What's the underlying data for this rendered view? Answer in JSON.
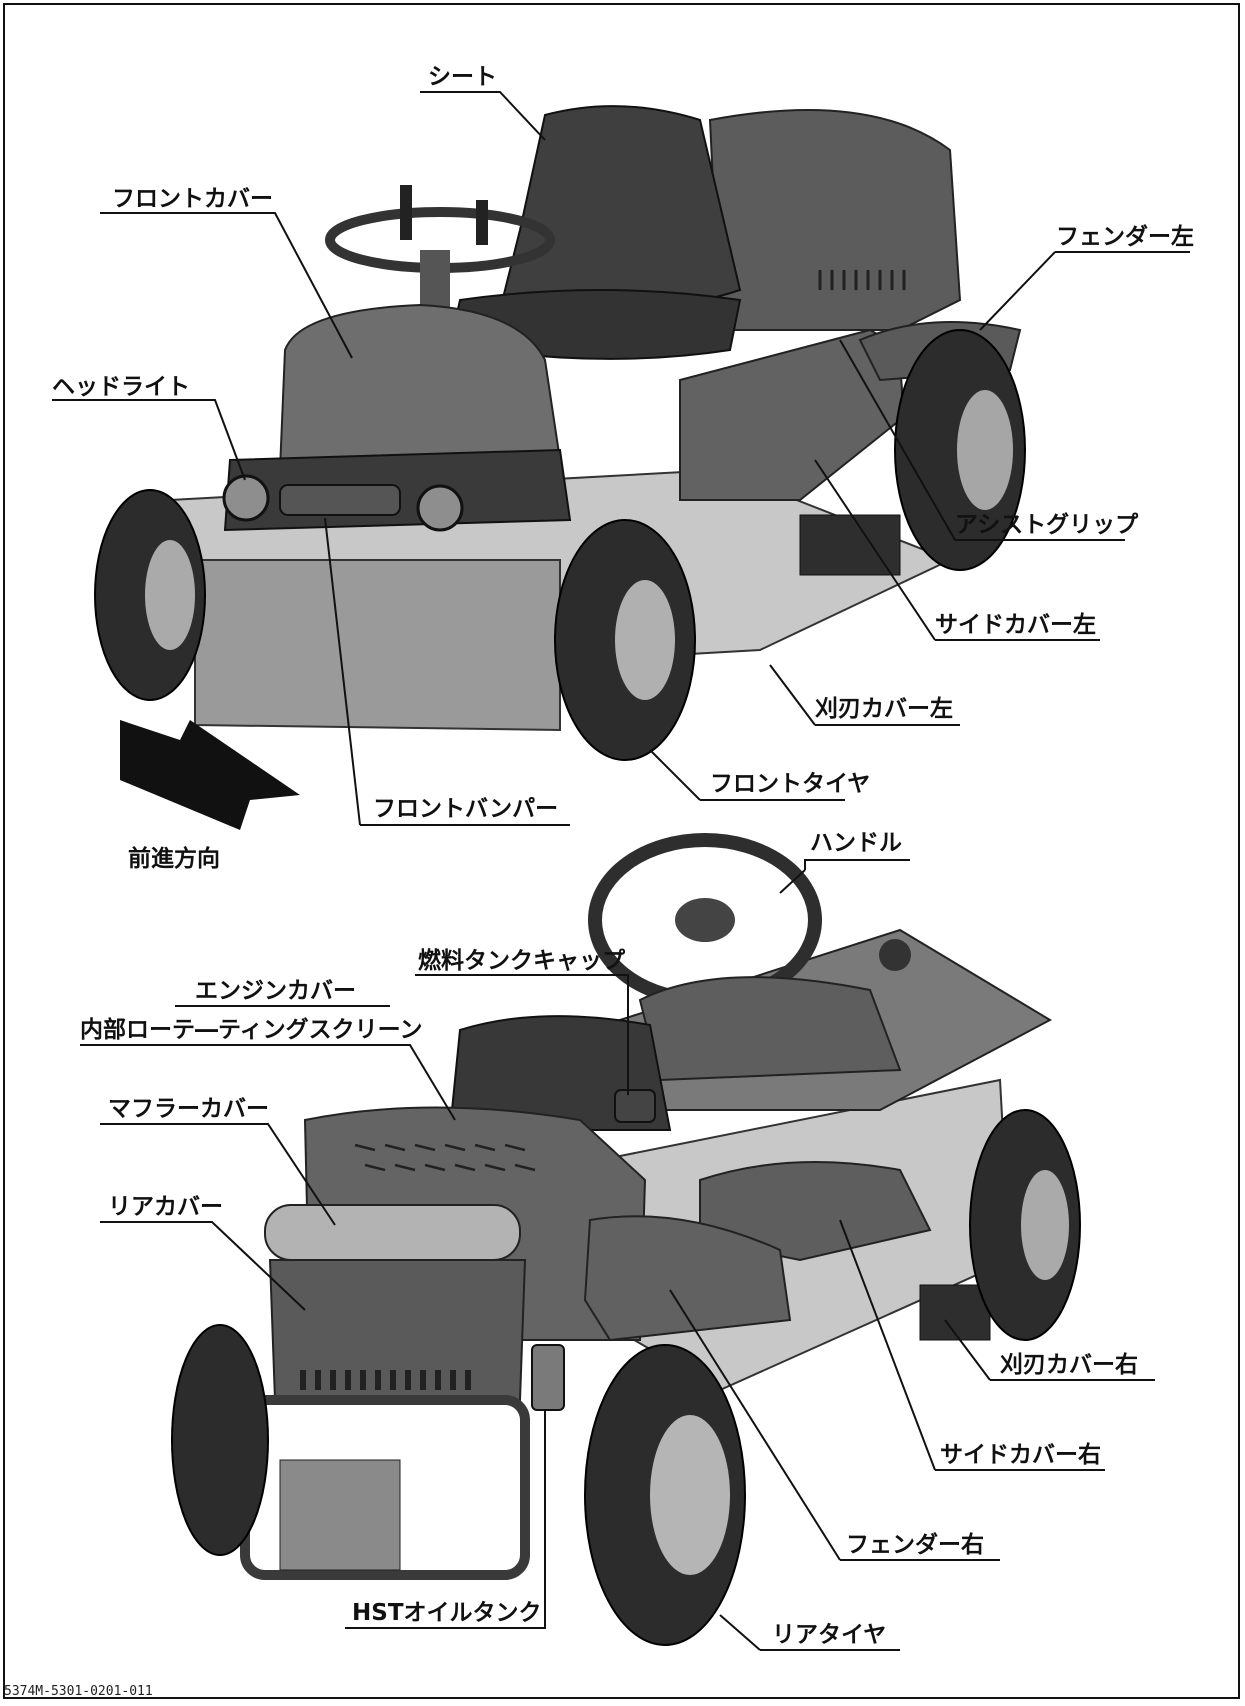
{
  "diagram": {
    "top_labels": {
      "seat": "シート",
      "front_cover": "フロントカバー",
      "fender_left": "フェンダー左",
      "headlight": "ヘッドライト",
      "assist_grip": "アシストグリップ",
      "side_cover_left": "サイドカバー左",
      "blade_cover_left": "刈刃カバー左",
      "front_tire": "フロントタイヤ",
      "front_bumper": "フロントバンパー",
      "forward_direction": "前進方向"
    },
    "bottom_labels": {
      "handle": "ハンドル",
      "fuel_tank_cap": "燃料タンクキャップ",
      "engine_cover": "エンジンカバー",
      "internal_rotating_screen": "内部ローテ―ティングスクリーン",
      "muffler_cover": "マフラーカバー",
      "rear_cover": "リアカバー",
      "blade_cover_right": "刈刃カバー右",
      "side_cover_right": "サイドカバー右",
      "fender_right": "フェンダー右",
      "hst_oil_tank": "HSTオイルタンク",
      "rear_tire": "リアタイヤ"
    },
    "document_id": "5374M-5301-0201-011",
    "colors": {
      "body": "#6e6e6e",
      "dark": "#3a3a3a",
      "deck": "#c8c8c8",
      "line": "#111111"
    }
  }
}
